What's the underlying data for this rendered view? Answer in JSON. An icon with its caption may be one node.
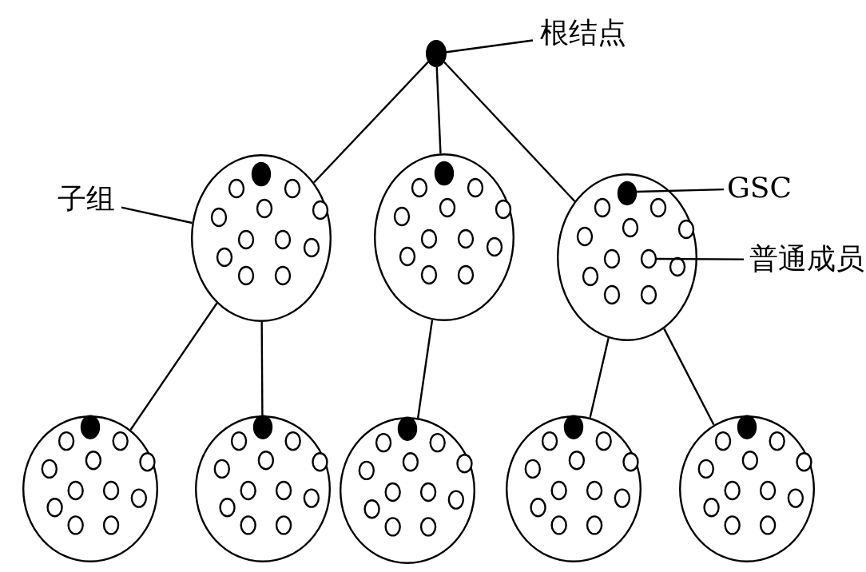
{
  "diagram": {
    "nodes": [
      {
        "text": [
          "根结点"
        ]
      },
      {
        "text": [],
        "shape": "circle"
      },
      {
        "text": [
          "子组"
        ]
      },
      {
        "text": [],
        "shape": "circle"
      },
      {
        "text": [],
        "shape": "circle"
      },
      {
        "text": [],
        "shape": "circle"
      },
      {
        "text": [
          "GSC"
        ]
      },
      {
        "text": [
          "普通成员"
        ]
      },
      {
        "text": [],
        "shape": "circle"
      },
      {
        "text": [],
        "shape": "circle"
      },
      {
        "text": [],
        "shape": "circle"
      },
      {
        "text": [],
        "shape": "circle"
      },
      {
        "text": [],
        "shape": "circle"
      }
    ],
    "edges": [
      {
        "from": 0,
        "to": 1,
        "arrow": "none"
      },
      {
        "from": 1,
        "to": 3,
        "arrow": "none"
      },
      {
        "from": 1,
        "to": 4,
        "arrow": "none"
      },
      {
        "from": 1,
        "to": 5,
        "arrow": "none"
      },
      {
        "from": 2,
        "to": 3,
        "arrow": "none"
      },
      {
        "from": 6,
        "to": 5,
        "arrow": "none"
      },
      {
        "from": 7,
        "to": 5,
        "arrow": "none"
      },
      {
        "from": 3,
        "to": 8,
        "arrow": "none"
      },
      {
        "from": 3,
        "to": 9,
        "arrow": "none"
      },
      {
        "from": 4,
        "to": 10,
        "arrow": "none"
      },
      {
        "from": 5,
        "to": 11,
        "arrow": "none"
      },
      {
        "from": 5,
        "to": 12,
        "arrow": "none"
      }
    ]
  }
}
